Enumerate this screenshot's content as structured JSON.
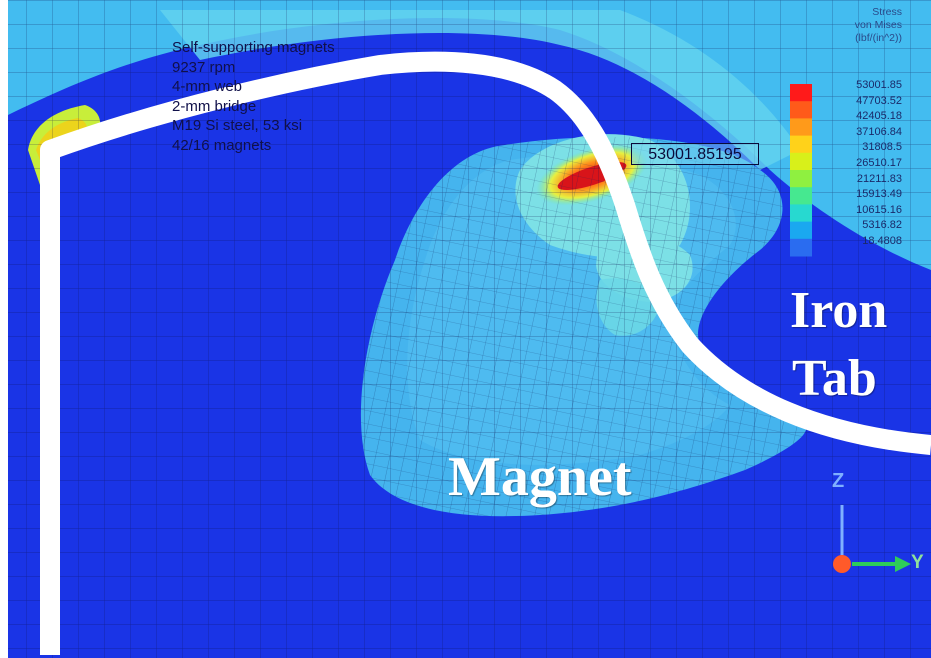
{
  "annotations": {
    "lines": [
      "Self-supporting magnets",
      "9237 rpm",
      "4-mm web",
      "2-mm bridge",
      "M19 Si steel, 53 ksi",
      "42/16 magnets"
    ]
  },
  "legend": {
    "title_lines": [
      "Stress",
      "von Mises",
      "(lbf/(in^2))"
    ],
    "values": [
      "53001.85",
      "47703.52",
      "42405.18",
      "37106.84",
      "31808.5",
      "26510.17",
      "21211.83",
      "15913.49",
      "10615.16",
      "5316.82",
      "18.4808"
    ],
    "colors": [
      "#ff1a1a",
      "#ff5a1a",
      "#ff9a1a",
      "#ffd21a",
      "#d8f01a",
      "#8ff040",
      "#46e890",
      "#27d9d0",
      "#1aa8f0",
      "#2a6cf0",
      "#1d2ee0"
    ]
  },
  "probe": {
    "value": "53001.85195"
  },
  "labels": {
    "iron": "Iron",
    "tab": "Tab",
    "magnet": "Magnet"
  },
  "axes": {
    "z": "Z",
    "y": "Y"
  }
}
